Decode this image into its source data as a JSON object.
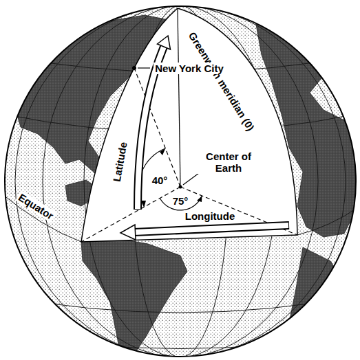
{
  "diagram": {
    "labels": [
      "Greenwich meridian (0)",
      "New York City",
      "Latitude",
      "Center of Earth",
      "40°",
      "75°",
      "Equator",
      "Longitude"
    ]
  }
}
